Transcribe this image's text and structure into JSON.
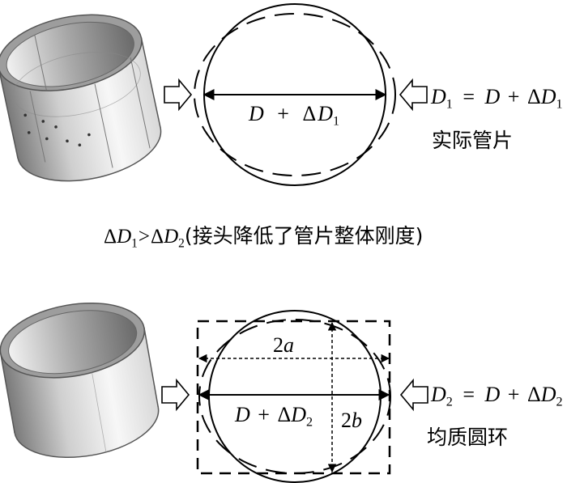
{
  "top": {
    "inner_label": {
      "d": "D",
      "plus": "+",
      "delta": "Δ",
      "dvar": "D",
      "sub": "1"
    },
    "equation": {
      "lhs_var": "D",
      "lhs_sub": "1",
      "eq": "=",
      "rhs_var": "D",
      "plus": "+",
      "delta": "Δ",
      "rhs_dvar": "D",
      "rhs_sub": "1"
    },
    "caption": "实际管片"
  },
  "middle": {
    "delta1": "Δ",
    "d1": "D",
    "sub1": "1",
    "gt": ">",
    "delta2": "Δ",
    "d2": "D",
    "sub2": "2",
    "note": "(接头降低了管片整体刚度)"
  },
  "bottom": {
    "label_2a": {
      "num": "2",
      "var": "a"
    },
    "label_2b": {
      "num": "2",
      "var": "b"
    },
    "inner_label": {
      "d": "D",
      "plus": "+",
      "delta": "Δ",
      "dvar": "D",
      "sub": "2"
    },
    "equation": {
      "lhs_var": "D",
      "lhs_sub": "2",
      "eq": "=",
      "rhs_var": "D",
      "plus": "+",
      "delta": "Δ",
      "rhs_dvar": "D",
      "rhs_sub": "2"
    },
    "caption": "均质圆环"
  },
  "colors": {
    "ring_light": "#f4f4f4",
    "ring_mid": "#b9b9b9",
    "ring_dark": "#5a5a5a",
    "line": "#000000"
  }
}
